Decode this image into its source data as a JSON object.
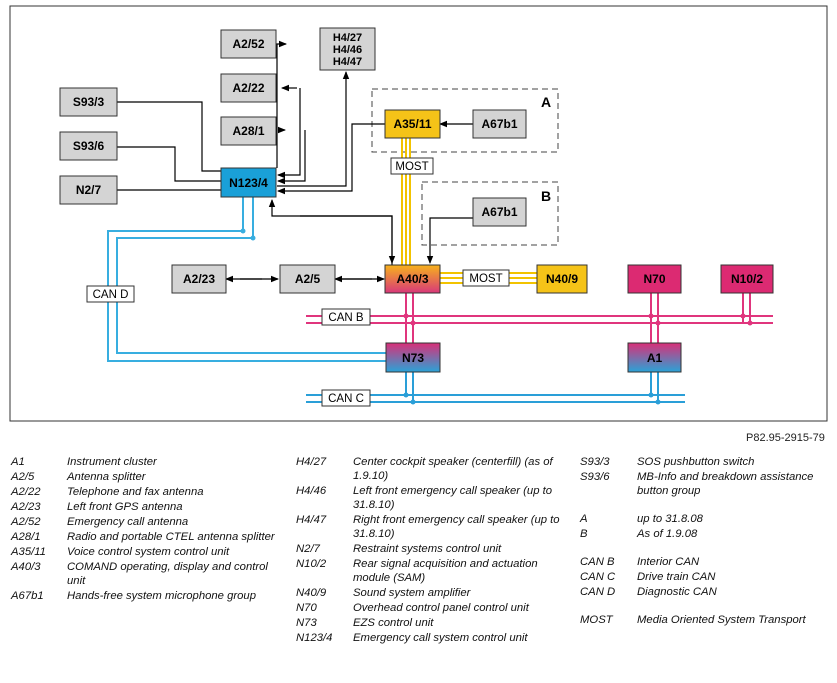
{
  "nodes": {
    "a2_52": "A2/52",
    "h4": [
      "H4/27",
      "H4/46",
      "H4/47"
    ],
    "a2_22": "A2/22",
    "s93_3": "S93/3",
    "a28_1": "A28/1",
    "s93_6": "S93/6",
    "n2_7": "N2/7",
    "n123_4": "N123/4",
    "a35_11": "A35/11",
    "a67b1_top": "A67b1",
    "a67b1_bottom": "A67b1",
    "a2_23": "A2/23",
    "a2_5": "A2/5",
    "a40_3": "A40/3",
    "n40_9": "N40/9",
    "n70": "N70",
    "n10_2": "N10/2",
    "n73": "N73",
    "a1": "A1"
  },
  "group_labels": {
    "a": "A",
    "b": "B"
  },
  "bus_labels": {
    "most_vertical": "MOST",
    "most_horizontal": "MOST",
    "can_b": "CAN B",
    "can_c": "CAN C",
    "can_d": "CAN D"
  },
  "colors": {
    "node_gray": "#d4d4d4",
    "node_cyan": "#1aa0d8",
    "node_yellow": "#f5c318",
    "node_magenta": "#dc2a72",
    "can_b_line": "#e0357d",
    "can_c_line": "#2a9fd8",
    "can_d_line": "#38aee0",
    "most_line": "#f2c300"
  },
  "reference": "P82.95-2915-79",
  "legend": {
    "col1": [
      {
        "code": "A1",
        "desc": "Instrument cluster"
      },
      {
        "code": "A2/5",
        "desc": "Antenna splitter"
      },
      {
        "code": "A2/22",
        "desc": "Telephone and fax antenna"
      },
      {
        "code": "A2/23",
        "desc": "Left front GPS antenna"
      },
      {
        "code": "A2/52",
        "desc": "Emergency call antenna"
      },
      {
        "code": "A28/1",
        "desc": "Radio and portable CTEL antenna splitter"
      },
      {
        "code": "A35/11",
        "desc": "Voice control system control unit"
      },
      {
        "code": "A40/3",
        "desc": "COMAND operating, display and control unit"
      },
      {
        "code": "A67b1",
        "desc": "Hands-free system microphone group"
      }
    ],
    "col2": [
      {
        "code": "H4/27",
        "desc": "Center cockpit speaker (centerfill) (as of 1.9.10)"
      },
      {
        "code": "H4/46",
        "desc": "Left front emergency call speaker (up to 31.8.10)"
      },
      {
        "code": "H4/47",
        "desc": "Right front emergency call speaker (up to 31.8.10)"
      },
      {
        "code": "N2/7",
        "desc": "Restraint systems control unit"
      },
      {
        "code": "N10/2",
        "desc": "Rear signal acquisition and actuation module (SAM)"
      },
      {
        "code": "N40/9",
        "desc": "Sound system amplifier"
      },
      {
        "code": "N70",
        "desc": "Overhead control panel control unit"
      },
      {
        "code": "N73",
        "desc": "EZS control unit"
      },
      {
        "code": "N123/4",
        "desc": "Emergency call system control unit"
      }
    ],
    "col3": [
      {
        "code": "S93/3",
        "desc": "SOS pushbutton switch",
        "gap": false
      },
      {
        "code": "S93/6",
        "desc": "MB-Info and breakdown assistance button group",
        "gap": false
      },
      {
        "code": "A",
        "desc": "up to 31.8.08",
        "gap": true
      },
      {
        "code": "B",
        "desc": "As of 1.9.08",
        "gap": false
      },
      {
        "code": "CAN B",
        "desc": "Interior CAN",
        "gap": true
      },
      {
        "code": "CAN C",
        "desc": "Drive train CAN",
        "gap": false
      },
      {
        "code": "CAN D",
        "desc": "Diagnostic CAN",
        "gap": false
      },
      {
        "code": "MOST",
        "desc": "Media Oriented System Transport",
        "gap": true
      }
    ]
  }
}
